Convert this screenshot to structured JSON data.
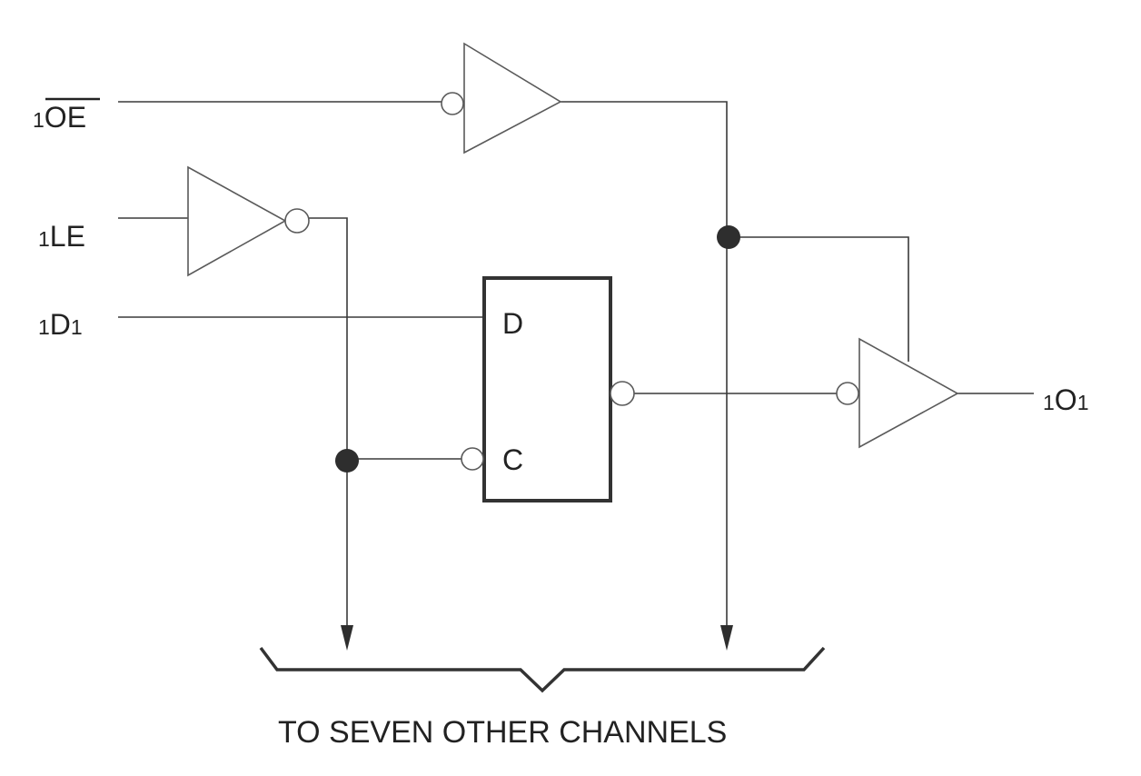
{
  "inputs": {
    "oe": {
      "prefix": "1",
      "name": "OE"
    },
    "le": {
      "prefix": "1",
      "name": "LE"
    },
    "d": {
      "prefix": "1",
      "name": "D",
      "suffix": "1"
    }
  },
  "output": {
    "prefix": "1",
    "name": "O",
    "suffix": "1"
  },
  "flip_flop": {
    "d_pin": "D",
    "c_pin": "C"
  },
  "caption": "TO SEVEN OTHER CHANNELS"
}
